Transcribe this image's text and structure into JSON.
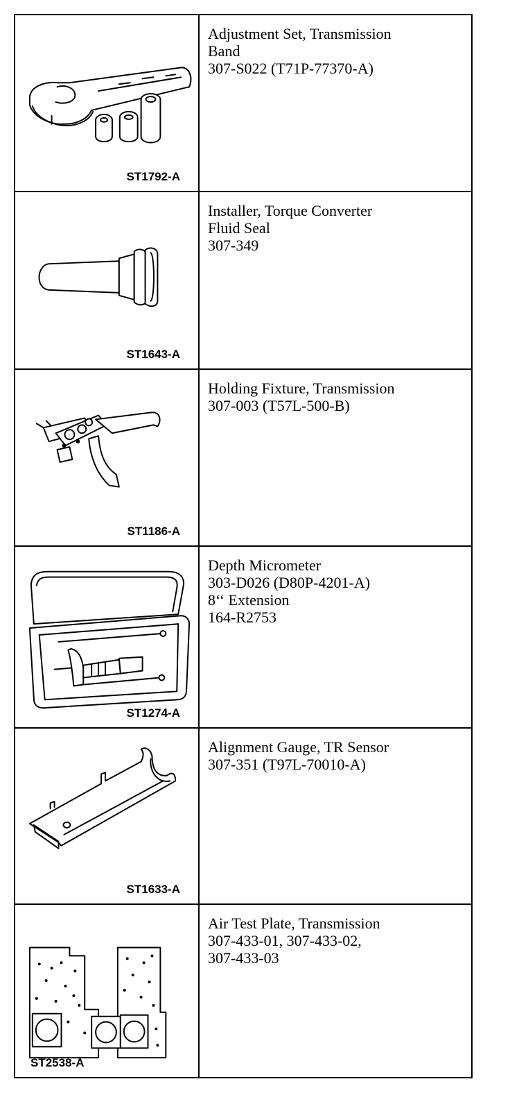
{
  "tools": [
    {
      "image_label": "ST1792-A",
      "icon": "band-adjustment-tool-icon",
      "lines": [
        "Adjustment Set, Transmission",
        "Band",
        "307-S022 (T71P-77370-A)"
      ],
      "extra_lines": []
    },
    {
      "image_label": "ST1643-A",
      "icon": "seal-installer-icon",
      "lines": [
        "Installer, Torque Converter",
        "Fluid Seal",
        "307-349"
      ],
      "extra_lines": []
    },
    {
      "image_label": "ST1186-A",
      "icon": "holding-fixture-icon",
      "lines": [
        "Holding Fixture, Transmission",
        "307-003 (T57L-500-B)"
      ],
      "extra_lines": []
    },
    {
      "image_label": "ST1274-A",
      "icon": "depth-micrometer-case-icon",
      "lines": [
        "Depth Micrometer",
        "303-D026 (D80P-4201-A)"
      ],
      "extra_lines": [
        "8‘‘ Extension",
        "164-R2753"
      ]
    },
    {
      "image_label": "ST1633-A",
      "icon": "alignment-gauge-icon",
      "lines": [
        "Alignment Gauge, TR Sensor",
        "307-351 (T97L-70010-A)"
      ],
      "extra_lines": []
    },
    {
      "image_label": "ST2538-A",
      "icon": "air-test-plate-icon",
      "lines": [
        "Air Test Plate, Transmission",
        "307-433-01, 307-433-02,",
        "307-433-03"
      ],
      "extra_lines": []
    }
  ]
}
